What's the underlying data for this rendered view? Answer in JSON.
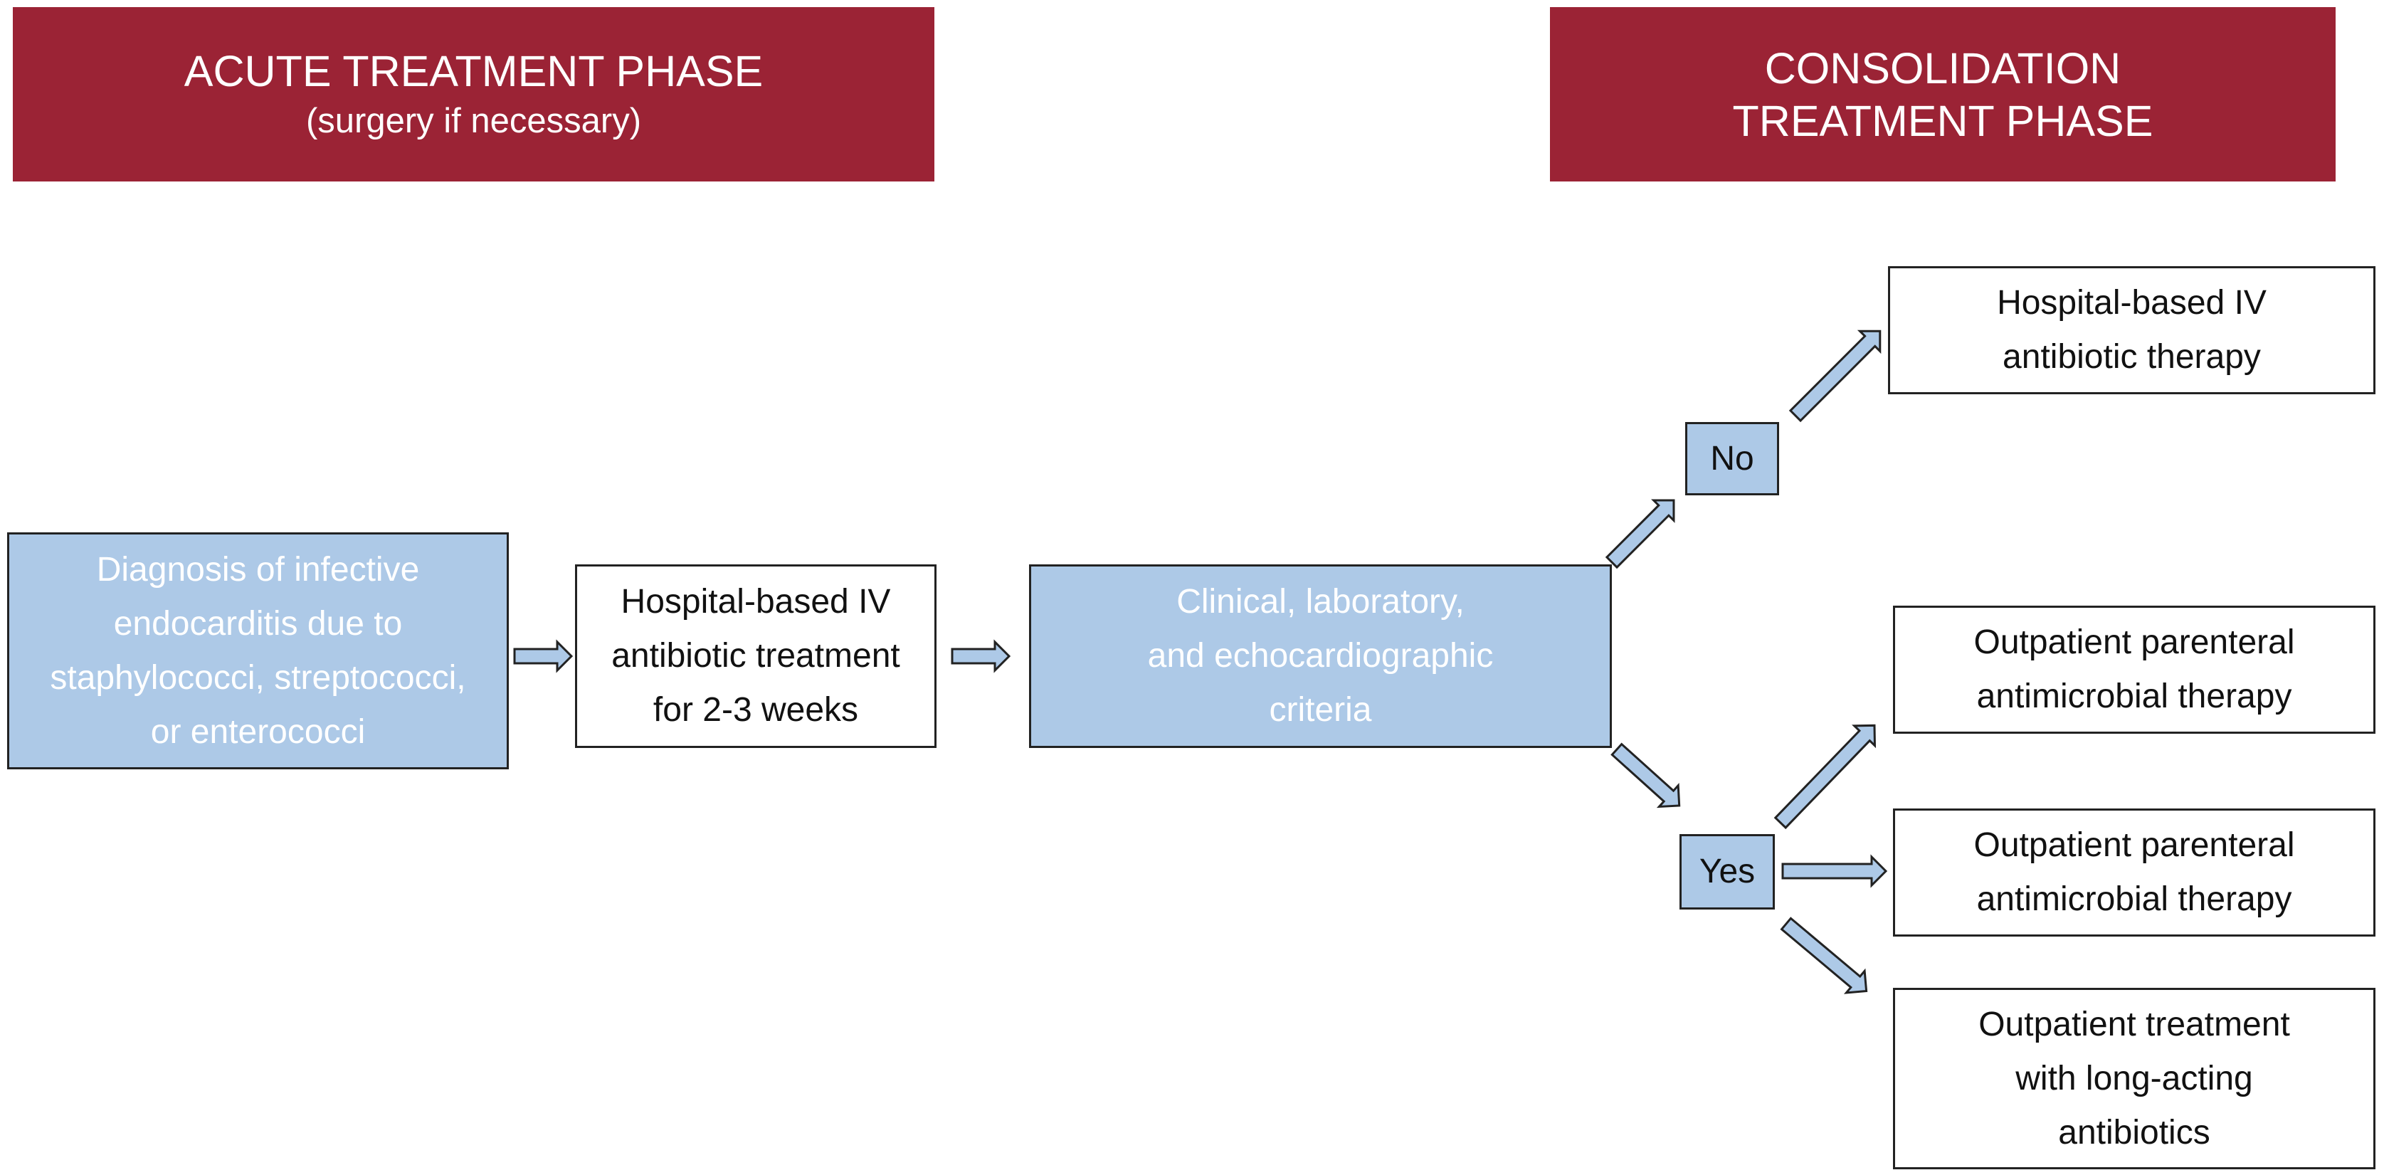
{
  "colors": {
    "header_bg": "#9b2335",
    "box_fill": "#adc9e7",
    "arrow_fill": "#adc9e7",
    "outline": "#222222"
  },
  "headers": {
    "acute": {
      "title": "ACUTE TREATMENT PHASE",
      "subtitle": "(surgery if necessary)"
    },
    "consolidation": {
      "title": "CONSOLIDATION\nTREATMENT PHASE"
    }
  },
  "boxes": {
    "diagnosis": "Diagnosis of infective\nendocarditis due to\nstaphylococci, streptococci,\nor enterococci",
    "hospital_iv_treatment": "Hospital-based IV\nantibiotic treatment\nfor 2-3 weeks",
    "criteria": "Clinical, laboratory,\nand echocardiographic\ncriteria",
    "decision_no": "No",
    "decision_yes": "Yes",
    "outcome_hospital_iv": "Hospital-based IV\nantibiotic therapy",
    "outcome_opat_1": "Outpatient parenteral\nantimicrobial therapy",
    "outcome_opat_2": "Outpatient parenteral\nantimicrobial therapy",
    "outcome_long_acting": "Outpatient treatment\nwith long-acting\nantibiotics"
  },
  "arrows": [
    {
      "from": "diagnosis",
      "to": "hospital_iv_treatment"
    },
    {
      "from": "hospital_iv_treatment",
      "to": "criteria"
    },
    {
      "from": "criteria",
      "to": "decision_no"
    },
    {
      "from": "criteria",
      "to": "decision_yes"
    },
    {
      "from": "decision_no",
      "to": "outcome_hospital_iv"
    },
    {
      "from": "decision_yes",
      "to": "outcome_opat_1"
    },
    {
      "from": "decision_yes",
      "to": "outcome_opat_2"
    },
    {
      "from": "decision_yes",
      "to": "outcome_long_acting"
    }
  ]
}
